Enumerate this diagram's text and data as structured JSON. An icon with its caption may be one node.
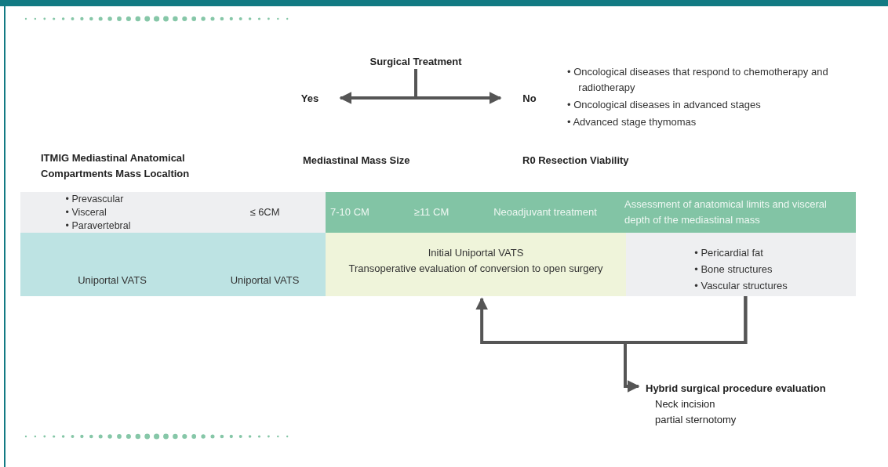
{
  "diagram": {
    "nodes": [
      {
        "text": [
          "Surgical Treatment"
        ]
      },
      {
        "text": [
          "Yes"
        ]
      },
      {
        "text": [
          "No"
        ],
        "beside": [
          "• Oncological diseases that respond to chemotherapy and radiotherapy",
          "• Oncological diseases in advanced stages",
          "• Advanced stage thymomas"
        ]
      },
      {
        "text": [
          "• Prevascular",
          "• Visceral",
          "• Paravertebral"
        ]
      },
      {
        "text": [
          "≤ 6CM"
        ]
      },
      {
        "text": [
          "7-10 CM"
        ]
      },
      {
        "text": [
          "≥11 CM"
        ]
      },
      {
        "text": [
          "Neoadjuvant treatment"
        ]
      },
      {
        "text": [
          "Assessment of anatomical limits and visceral depth of the mediastinal mass"
        ]
      },
      {
        "text": [
          "Uniportal VATS"
        ]
      },
      {
        "text": [
          "Uniportal VATS"
        ]
      },
      {
        "text": [
          "Initial Uniportal VATS",
          "Transoperative evaluation of conversion to open surgery"
        ]
      },
      {
        "text": [
          "• Pericardial fat",
          "• Bone structures",
          "• Vascular structures"
        ]
      },
      {
        "text": [
          "Hybrid surgical procedure evaluation",
          "Neck incision",
          "partial sternotomy"
        ]
      }
    ],
    "edges": [
      {
        "from": 0,
        "to": 1,
        "arrow": "to"
      },
      {
        "from": 0,
        "to": 2,
        "arrow": "to"
      },
      {
        "from": 12,
        "to": 11,
        "arrow": "to"
      },
      {
        "from": 12,
        "to": 13,
        "arrow": "to"
      }
    ],
    "labels": [
      "ITMIG Mediastinal Anatomical Compartments Mass Localtion",
      "Mediastinal Mass Size",
      "R0 Resection Viability"
    ]
  }
}
